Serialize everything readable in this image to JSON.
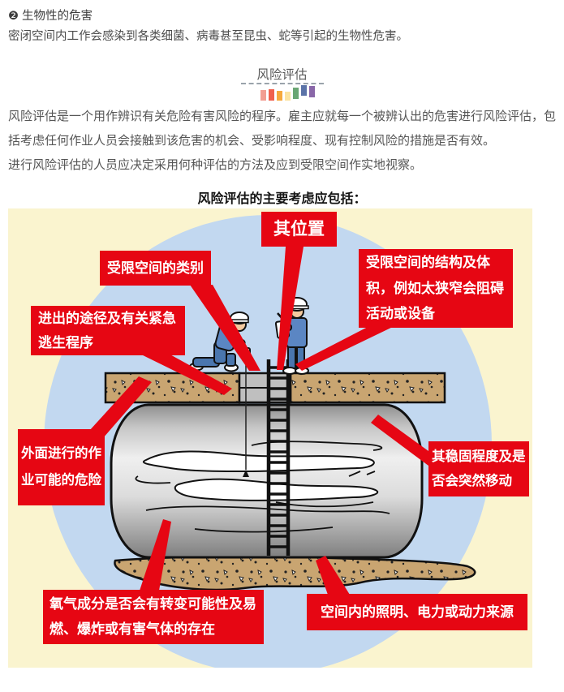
{
  "article": {
    "heading": "❷ 生物性的危害",
    "heading_body": "密闭空间内工作会感染到各类细菌、病毒甚至昆虫、蛇等引起的生物性危害。",
    "section_title": "风险评估",
    "para1": "风险评估是一个用作辨识有关危险有害风险的程序。雇主应就每一个被辨认出的危害进行风险评估，包括考虑任何作业人员会接触到该危害的机会、受影响程度、现有控制风险的措施是否有效。",
    "para2": "进行风险评估的人员应决定采用何种评估的方法及应到受限空间作实地视察。",
    "figure_title": "风险评估的主要考虑应包括："
  },
  "decoration": {
    "bar_colors": [
      "#f29e92",
      "#f0604d",
      "#f6a93c",
      "#fce3a0",
      "#6aa674",
      "#5b73a8",
      "#8967a8"
    ]
  },
  "figure": {
    "colors": {
      "callout_red": "#e60613",
      "figure_bg": "#faf4cf",
      "ellipse_blue": "#c2d8f0",
      "soil_tan": "#c9a571",
      "tank_gray": "#d9d9d9",
      "worker_blue": "#5b86c3"
    },
    "callouts": [
      {
        "id": "location",
        "text": "其位置"
      },
      {
        "id": "category",
        "text": "受限空间的类别"
      },
      {
        "id": "access",
        "text": "进出的途径及有关紧急逃生程序"
      },
      {
        "id": "structure",
        "text": "受限空间的结构及体积，例如太狭窄会阻碍活动或设备"
      },
      {
        "id": "outside",
        "text": "外面进行的作业可能的危险"
      },
      {
        "id": "stability",
        "text": "其稳固程度及是否会突然移动"
      },
      {
        "id": "oxygen",
        "text": "氧气成分是否会有转变可能性及易燃、爆炸或有害气体的存在"
      },
      {
        "id": "lighting",
        "text": "空间内的照明、电力或动力来源"
      }
    ]
  }
}
